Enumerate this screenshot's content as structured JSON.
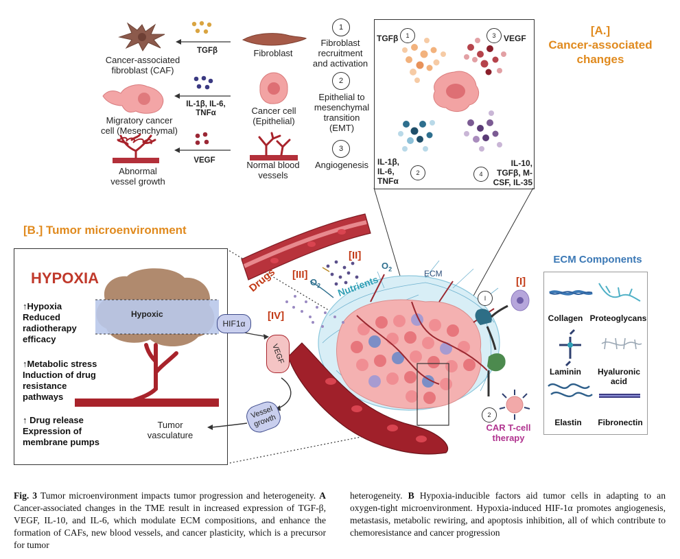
{
  "panel_a": {
    "title_line1": "[A.]",
    "title_line2": "Cancer-associated",
    "title_line3": "changes",
    "rows": [
      {
        "left_line1": "Cancer-associated",
        "left_line2": "fibroblast (CAF)",
        "signal_line1": "TGFβ",
        "signal_line2": "",
        "right_line1": "Fibroblast",
        "right_line2": "",
        "number": "1",
        "process_line1": "Fibroblast",
        "process_line2": "recruitment",
        "process_line3": "and activation",
        "process_line4": ""
      },
      {
        "left_line1": "Migratory cancer",
        "left_line2": "cell (Mesenchymal)",
        "signal_line1": "IL-1β, IL-6,",
        "signal_line2": "TNFα",
        "right_line1": "Cancer cell",
        "right_line2": "(Epithelial)",
        "number": "2",
        "process_line1": "Epithelial to",
        "process_line2": "mesenchymal",
        "process_line3": "transition",
        "process_line4": "(EMT)"
      },
      {
        "left_line1": "Abnormal",
        "left_line2": "vessel growth",
        "signal_line1": "VEGF",
        "signal_line2": "",
        "right_line1": "Normal blood",
        "right_line2": "vessels",
        "number": "3",
        "process_line1": "Angiogenesis",
        "process_line2": "",
        "process_line3": "",
        "process_line4": ""
      }
    ],
    "inset": {
      "q1_label": "TGFβ",
      "q1_num": "1",
      "q3_label": "VEGF",
      "q3_num": "3",
      "q2_line1": "IL-1β,",
      "q2_line2": "IL-6,",
      "q2_line3": "TNFα",
      "q2_num": "2",
      "q4_line1": "IL-10,",
      "q4_line2": "TGFβ, M-",
      "q4_line3": "CSF, IL-35",
      "q4_num": "4"
    }
  },
  "panel_b": {
    "title": "[B.] Tumor microenvironment",
    "hypoxia_title": "HYPOXIA",
    "hypoxic_label": "Hypoxic",
    "effects": [
      {
        "line1": "↑Hypoxia",
        "line2": "Reduced",
        "line3": "radiotherapy",
        "line4": "efficacy"
      },
      {
        "line1": "↑Metabolic stress",
        "line2": "Induction of drug",
        "line3": "resistance",
        "line4": "pathways"
      },
      {
        "line1": "↑ Drug release",
        "line2": "Expression of",
        "line3": "membrane pumps",
        "line4": ""
      }
    ],
    "pathway": {
      "hif": "HIF1α",
      "vegf": "VEGF",
      "vessel_line1": "Vessel",
      "vessel_line2": "growth",
      "tumor_line1": "Tumor",
      "tumor_line2": "vasculature"
    },
    "tme_labels": {
      "drugs": "Drugs",
      "nutrients": "Nutrients",
      "o2_a": "O",
      "o2_b": "O",
      "two": "2",
      "ecm": "ECM",
      "r1": "[I]",
      "r2": "[II]",
      "r3": "[III]",
      "r4": "[IV]",
      "circle_i": "I",
      "circle_2": "2",
      "car_line1": "CAR T-cell",
      "car_line2": "therapy"
    },
    "ecm": {
      "title": "ECM Components",
      "items": [
        "Collagen",
        "Proteoglycans",
        "Laminin",
        "Hyaluronic acid",
        "Elastin",
        "Fibronectin"
      ],
      "hyaluronic_line1": "Hyaluronic",
      "hyaluronic_line2": "acid"
    }
  },
  "caption": {
    "fig_label": "Fig. 3",
    "left_1": " Tumor microenvironment impacts tumor progression and heterogeneity. ",
    "left_a": "A",
    "left_2": " Cancer-associated changes in the TME result in increased expression of TGF-β, VEGF, IL-10, and IL-6, which modulate ECM compositions, and enhance the formation of CAFs, new blood vessels, and cancer plasticity, which is a precursor for tumor",
    "right_1": "heterogeneity. ",
    "right_b": "B",
    "right_2": " Hypoxia-inducible factors aid tumor cells in adapting to an oxygen-tight microenvironment. Hypoxia-induced HIF-1α promotes angiogenesis, metastasis, metabolic rewiring, and apoptosis inhibition, all of which contribute to chemoresistance and cancer progression"
  },
  "colors": {
    "orange": "#e08a1e",
    "blood": "#a8232b",
    "hypoxic_blue": "#b9c8ea",
    "cyan": "#2f9fb5",
    "navy": "#2e2f6f"
  }
}
